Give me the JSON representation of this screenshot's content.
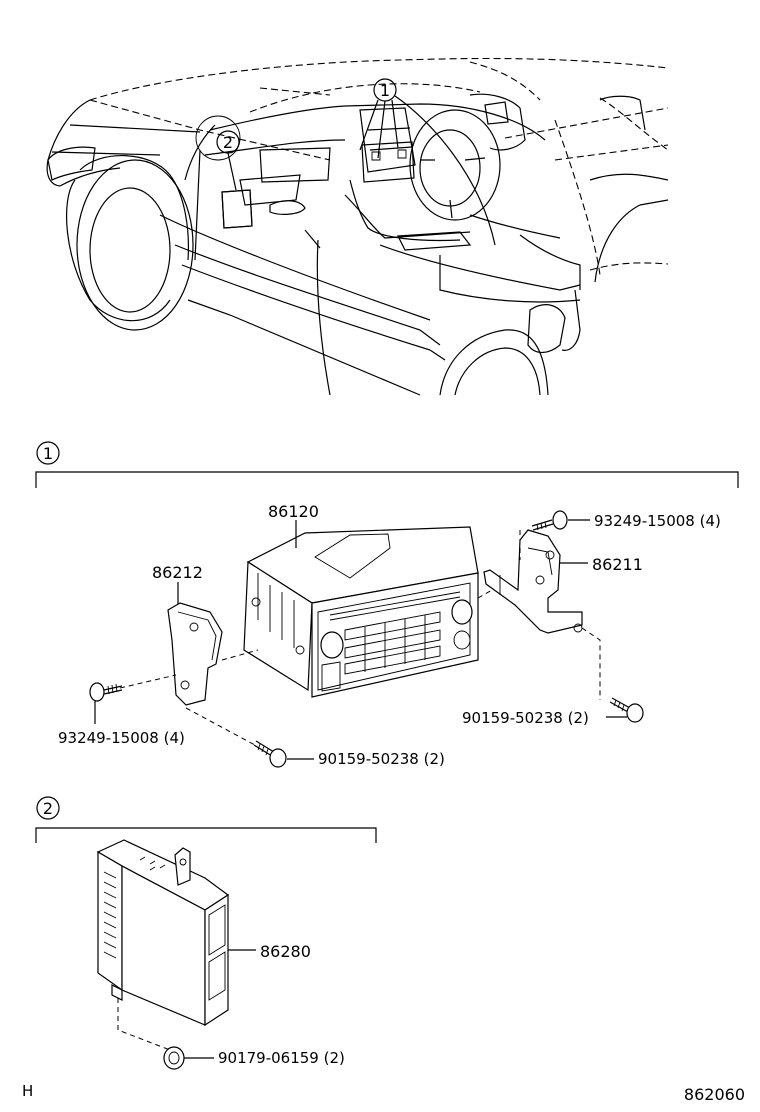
{
  "callouts": {
    "one": "1",
    "two": "2"
  },
  "section1": {
    "marker": "1",
    "parts": {
      "radio": "86120",
      "left_bracket": "86212",
      "right_bracket": "86211",
      "screw_left": "93249-15008 (4)",
      "screw_right_top": "93249-15008 (4)",
      "screw_bottom": "90159-50238 (2)",
      "screw_right_bottom": "90159-50238 (2)"
    }
  },
  "section2": {
    "marker": "2",
    "parts": {
      "amplifier": "86280",
      "nut": "90179-06159 (2)"
    }
  },
  "footer": {
    "code_left": "H",
    "code_right": "862060"
  }
}
